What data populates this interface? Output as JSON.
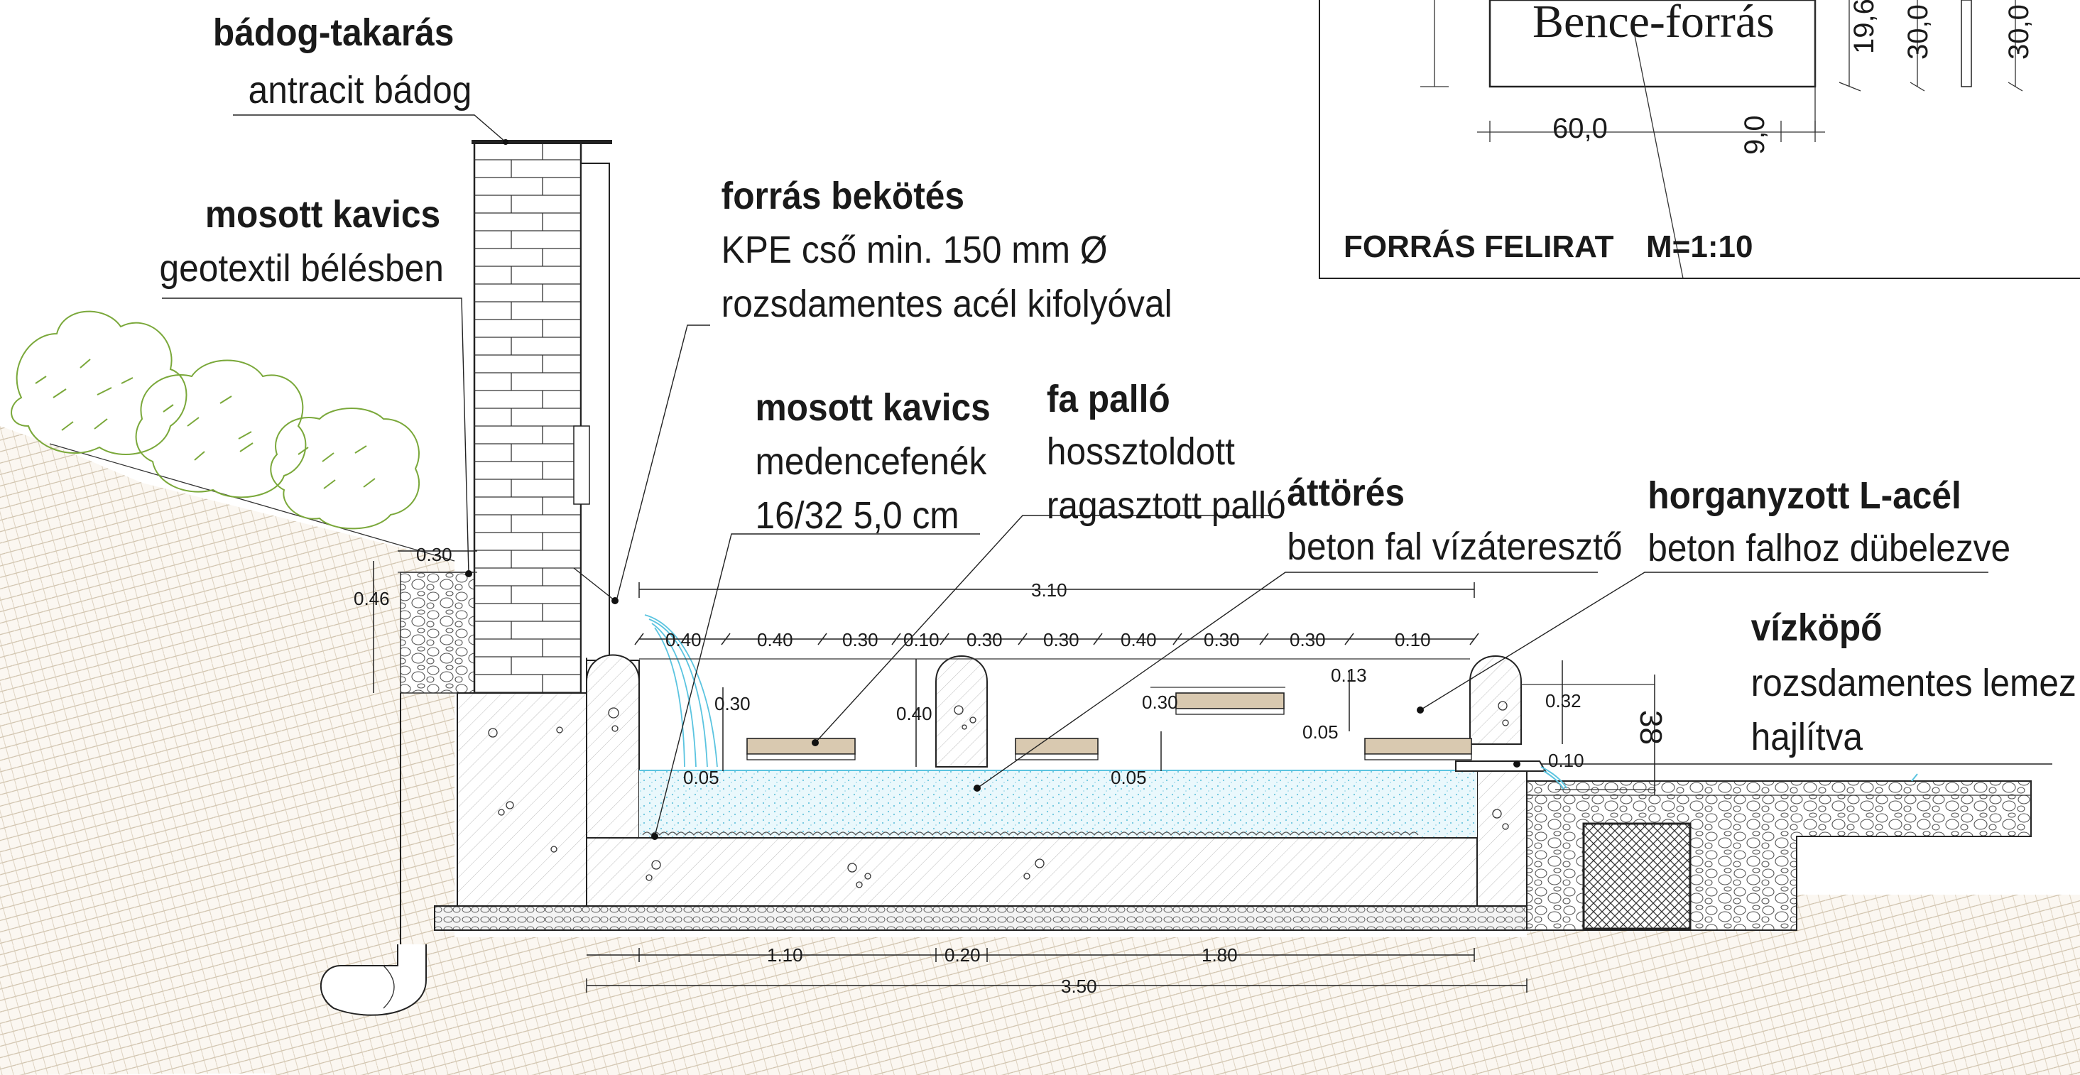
{
  "labels": {
    "badog_title": "bádog-takarás",
    "badog_sub": "antracit bádog",
    "kavics1_title": "mosott kavics",
    "kavics1_sub": "geotextil bélésben",
    "forras_title": "forrás bekötés",
    "forras_sub1": "KPE cső min. 150 mm Ø",
    "forras_sub2": "rozsdamentes acél kifolyóval",
    "kavics2_title": "mosott kavics",
    "kavics2_sub1": "medencefenék",
    "kavics2_sub2": "16/32 5,0 cm",
    "fapallo_title": "fa palló",
    "fapallo_sub1": "hossztoldott",
    "fapallo_sub2": "ragasztott palló",
    "attores_title": "áttörés",
    "attores_sub": "beton fal vízáteresztő",
    "lacel_title": "horganyzott L-acél",
    "lacel_sub": "beton falhoz dübelezve",
    "vizkopo_title": "vízköpő",
    "vizkopo_sub1": "rozsdamentes lemez",
    "vizkopo_sub2": "hajlítva"
  },
  "inset": {
    "sign_text": "Bence-forrás",
    "title": "FORRÁS FELIRAT",
    "scale": "M=1:10",
    "dims": [
      "60,0",
      "9,0",
      "19,6",
      "30,0",
      "30,0"
    ]
  },
  "dimensions": {
    "top_total": "3.10",
    "top_segments": [
      "0.40",
      "0.40",
      "0.30",
      "0.10",
      "0.30",
      "0.30",
      "0.40",
      "0.30",
      "0.30",
      "0.10"
    ],
    "wall_030": "0.30",
    "wall_046": "0.46",
    "d_030a": "0.30",
    "d_005a": "0.05",
    "d_040": "0.40",
    "d_030b": "0.30",
    "d_005b": "0.05",
    "d_013": "0.13",
    "d_005c": "0.05",
    "d_032": "0.32",
    "d_010": "0.10",
    "d_38": "38",
    "bottom_segments": [
      "1.10",
      "0.20",
      "1.80"
    ],
    "bottom_total": "3.50"
  },
  "colors": {
    "vegetation": "#7aa83a",
    "water": "#5bc4e0",
    "timber": "#d9c9b0",
    "line": "#222222"
  }
}
